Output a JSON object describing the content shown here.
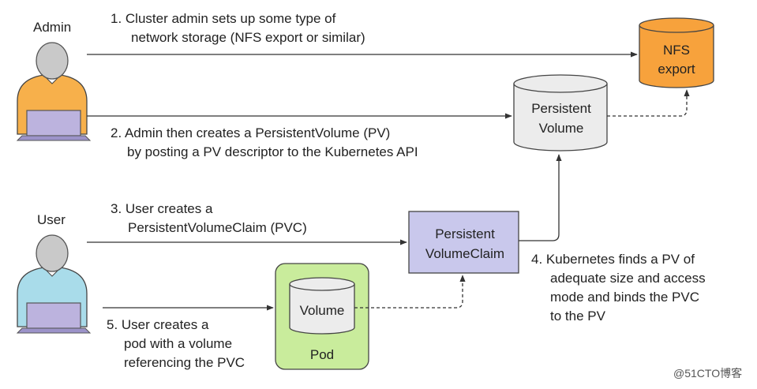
{
  "actors": {
    "admin": {
      "label": "Admin",
      "shirt_color": "#f7b04b"
    },
    "user": {
      "label": "User",
      "shirt_color": "#a9dcea"
    }
  },
  "steps": {
    "s1": [
      "1. Cluster admin sets up some type of",
      "network storage (NFS export or similar)"
    ],
    "s2": [
      "2. Admin then creates a PersistentVolume (PV)",
      "by posting a PV descriptor to the Kubernetes API"
    ],
    "s3": [
      "3. User creates a",
      "PersistentVolumeClaim (PVC)"
    ],
    "s4": [
      "4. Kubernetes finds a PV of",
      "adequate size and access",
      "mode and binds the PVC",
      "to the PV"
    ],
    "s5": [
      "5. User creates a",
      "pod with a volume",
      "referencing the PVC"
    ]
  },
  "nodes": {
    "nfs": {
      "lines": [
        "NFS",
        "export"
      ],
      "color": "#f7a23c"
    },
    "pv": {
      "lines": [
        "Persistent",
        "Volume"
      ],
      "color": "#ececec"
    },
    "pvc": {
      "lines": [
        "Persistent",
        "VolumeClaim"
      ],
      "color": "#c9c8ec"
    },
    "pod": {
      "label": "Pod",
      "color": "#c9ec9c"
    },
    "volume": {
      "label": "Volume",
      "color": "#ececec"
    }
  },
  "watermark": "@51CTO博客"
}
